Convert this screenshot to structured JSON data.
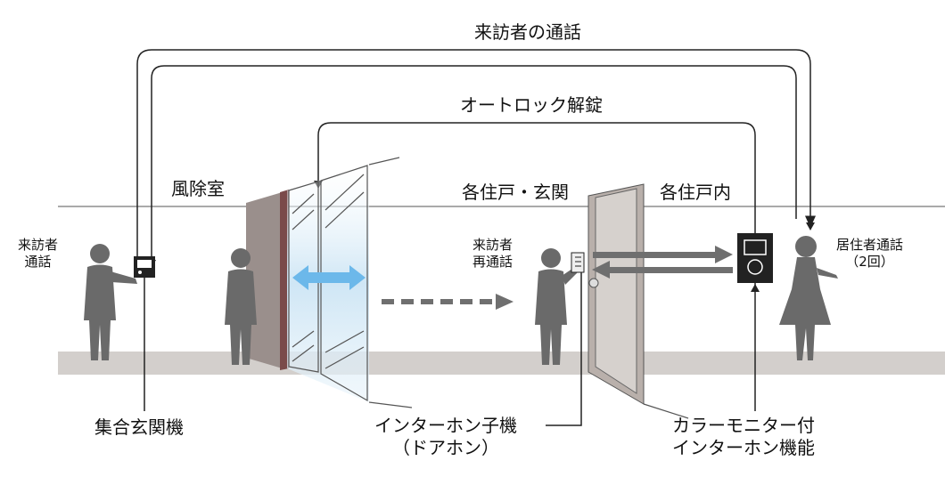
{
  "labels": {
    "visitor_call_route": "来訪者の通話",
    "auto_lock_release": "オートロック解錠",
    "vestibule": "風除室",
    "entrance": "各住戸・玄関",
    "inside_unit": "各住戸内",
    "visitor_call_left": [
      "来訪者",
      "通話"
    ],
    "visitor_recall": [
      "来訪者",
      "再通話"
    ],
    "resident_call": [
      "居住者通話",
      "（2回）"
    ],
    "entrance_panel": "集合玄関機",
    "door_intercom": [
      "インターホン子機",
      "（ドアホン）"
    ],
    "color_monitor": [
      "カラーモニター付",
      "インターホン機能"
    ]
  },
  "colors": {
    "line": "#222222",
    "figure": "#6a6a6a",
    "floor": "#d3cfcc",
    "door_panel": "#9a8f8c",
    "glass": "#cfe6f5",
    "arrow_blue": "#6cb8ea",
    "arrow_gray": "#6f6f6f"
  },
  "icons": [
    "person-silhouette-icon",
    "double-arrow-icon",
    "intercom-panel-icon",
    "monitor-icon"
  ]
}
